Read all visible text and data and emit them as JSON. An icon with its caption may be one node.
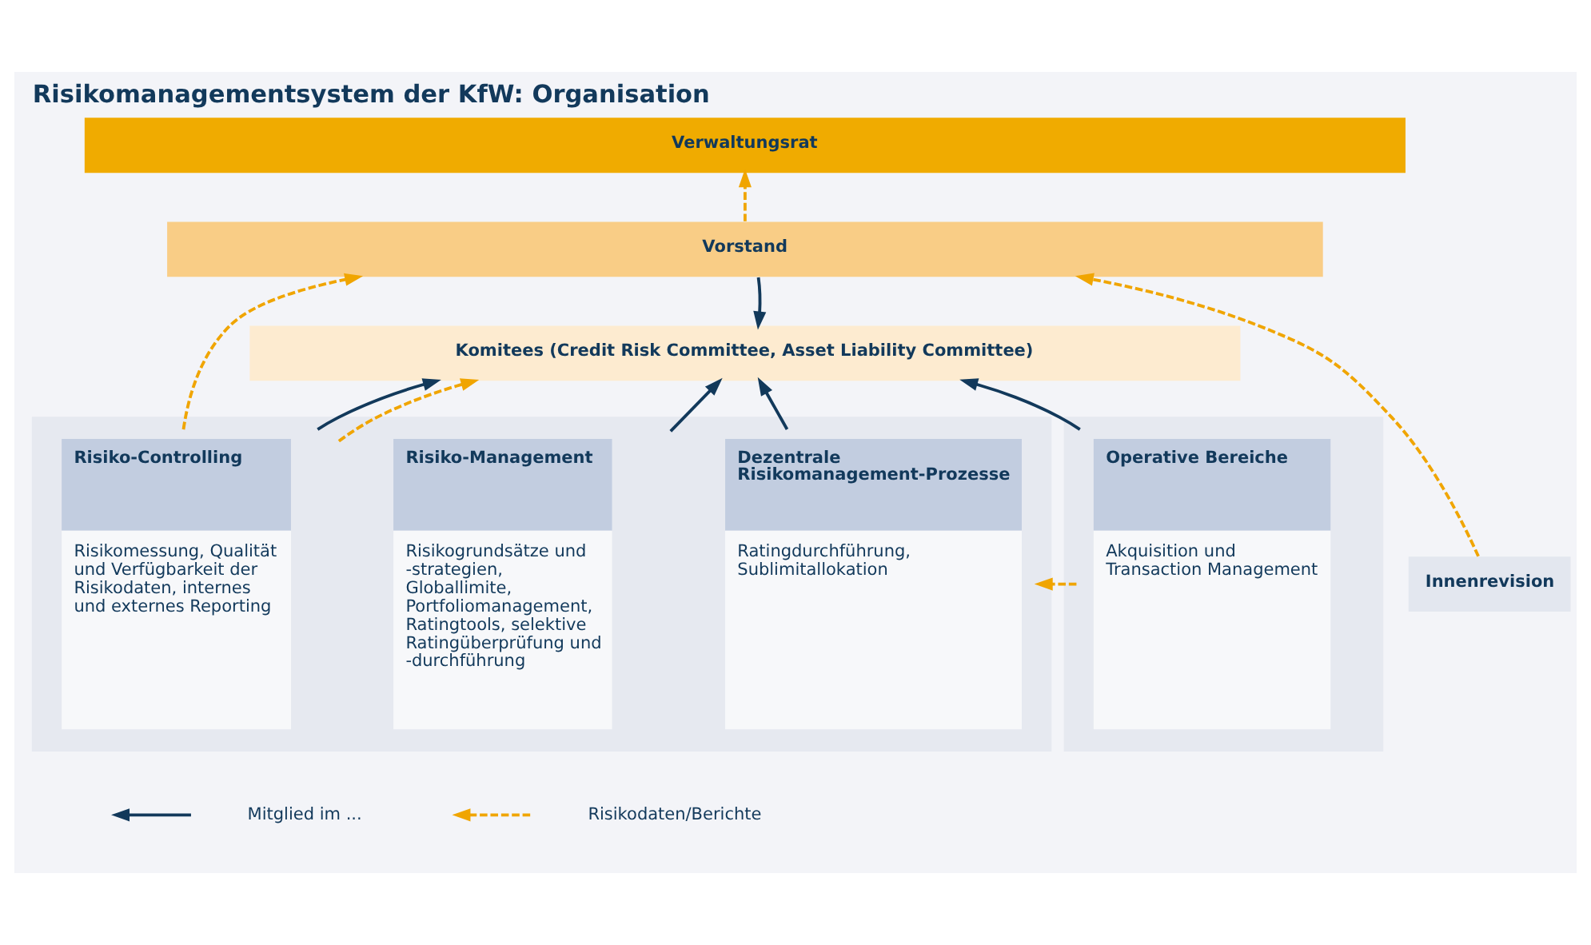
{
  "diagram": {
    "title": "Risikomanagementsystem der KfW: Organisation",
    "nodes": [
      {
        "text": [
          "Verwaltungsrat"
        ]
      },
      {
        "text": [
          "Vorstand"
        ]
      },
      {
        "text": [
          "Komitees (Credit Risk Committee, Asset Liability Committee)"
        ]
      },
      {
        "text": [],
        "shape": "box"
      },
      {
        "text": [
          "Risiko-Controlling",
          "Risikomessung, Qualität und Verfügbarkeit der Risikodaten, internes und externes Reporting"
        ],
        "in": 3
      },
      {
        "text": [
          "Risiko-Management",
          "Risikogrundsätze und -strategien, Globallimite, Portfoliomanagement, Ratingtools, selektive Ratingüberprüfung und -durchführung"
        ],
        "in": 3
      },
      {
        "text": [
          "Dezentrale Risikomanagement-Prozesse",
          "Ratingdurchführung, Sublimitallokation"
        ],
        "in": 3
      },
      {
        "text": [],
        "shape": "box"
      },
      {
        "text": [
          "Operative Bereiche",
          "Akquisition und Transaction Management"
        ],
        "in": 7
      },
      {
        "text": [
          "Innenrevision"
        ]
      }
    ],
    "edges": [
      {
        "from": 1,
        "to": 2,
        "arrow": "to"
      },
      {
        "from": 4,
        "to": 2,
        "arrow": "to"
      },
      {
        "from": 5,
        "to": 2,
        "arrow": "to"
      },
      {
        "from": 6,
        "to": 2,
        "arrow": "to"
      },
      {
        "from": 8,
        "to": 2,
        "arrow": "to"
      },
      {
        "from": 1,
        "to": 0,
        "arrow": "to",
        "style": "dashed",
        "color": "#f0a500"
      },
      {
        "from": 4,
        "to": 1,
        "arrow": "to",
        "style": "dashed",
        "color": "#f0a500"
      },
      {
        "from": 4,
        "to": 2,
        "arrow": "to",
        "style": "dashed",
        "color": "#f0a500"
      },
      {
        "from": 8,
        "to": 6,
        "arrow": "to",
        "style": "dashed",
        "color": "#f0a500"
      },
      {
        "from": 9,
        "to": 1,
        "arrow": "to",
        "style": "dashed",
        "color": "#f0a500"
      }
    ],
    "legend": [
      {
        "text": "Mitglied im ..."
      },
      {
        "text": "Risikodaten/Berichte"
      }
    ]
  }
}
